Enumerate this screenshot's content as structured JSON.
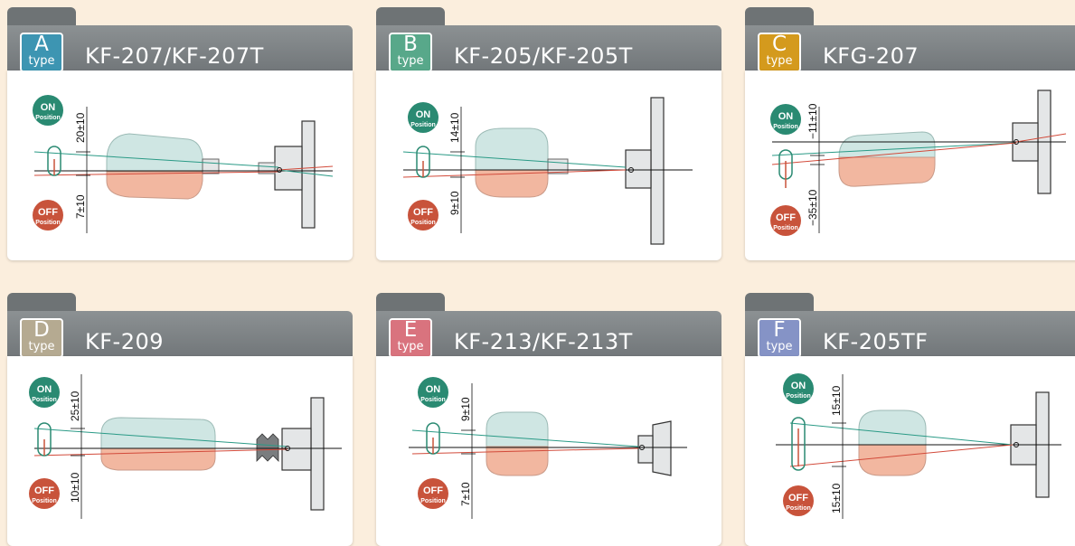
{
  "cards": [
    {
      "letter": "A",
      "type_word": "type",
      "model": "KF-207/KF-207T",
      "color": "#3d95b2",
      "dim_top": "20±10",
      "dim_bottom": "7±10"
    },
    {
      "letter": "B",
      "type_word": "type",
      "model": "KF-205/KF-205T",
      "color": "#58a88a",
      "dim_top": "14±10",
      "dim_bottom": "9±10"
    },
    {
      "letter": "C",
      "type_word": "type",
      "model": "KFG-207",
      "color": "#d49a1d",
      "dim_top": "−11±10",
      "dim_bottom": "−35±10"
    },
    {
      "letter": "D",
      "type_word": "type",
      "model": "KF-209",
      "color": "#b5aa91",
      "dim_top": "25±10",
      "dim_bottom": "10±10"
    },
    {
      "letter": "E",
      "type_word": "type",
      "model": "KF-213/KF-213T",
      "color": "#d9737e",
      "dim_top": "9±10",
      "dim_bottom": "7±10"
    },
    {
      "letter": "F",
      "type_word": "type",
      "model": "KF-205TF",
      "color": "#8593c6",
      "dim_top": "15±10",
      "dim_bottom": "15±10"
    }
  ],
  "labels": {
    "on": "ON",
    "off": "OFF",
    "position": "Position"
  },
  "colors": {
    "on_green": "#2a8a72",
    "off_red": "#c8533b",
    "float_green": "#cfe6e3",
    "float_red": "#f2b7a0",
    "panel_gray": "#e4e6e7"
  }
}
